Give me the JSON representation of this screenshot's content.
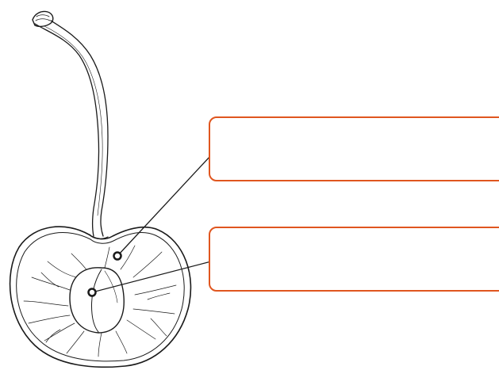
{
  "diagram": {
    "subject": "cherry-cross-section",
    "colors": {
      "outline": "#1a1a1a",
      "label_box_border": "#e0561f",
      "leader_line": "#1a1a1a",
      "background": "#ffffff"
    },
    "labels": [
      {
        "id": "flesh",
        "text": ""
      },
      {
        "id": "pit",
        "text": ""
      }
    ]
  }
}
